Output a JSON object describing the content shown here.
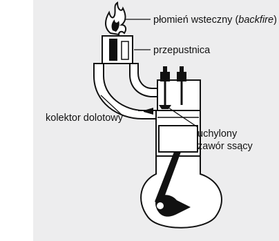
{
  "labels": {
    "backfire_main": "płomień wsteczny (",
    "backfire_term": "backfire",
    "backfire_close": ")",
    "throttle": "przepustnica",
    "intake_manifold": "kolektor dolotowy",
    "valve_line1": "uchylony",
    "valve_line2": "zawór ssący"
  },
  "colors": {
    "panel": "#ededee",
    "ink": "#111111"
  }
}
